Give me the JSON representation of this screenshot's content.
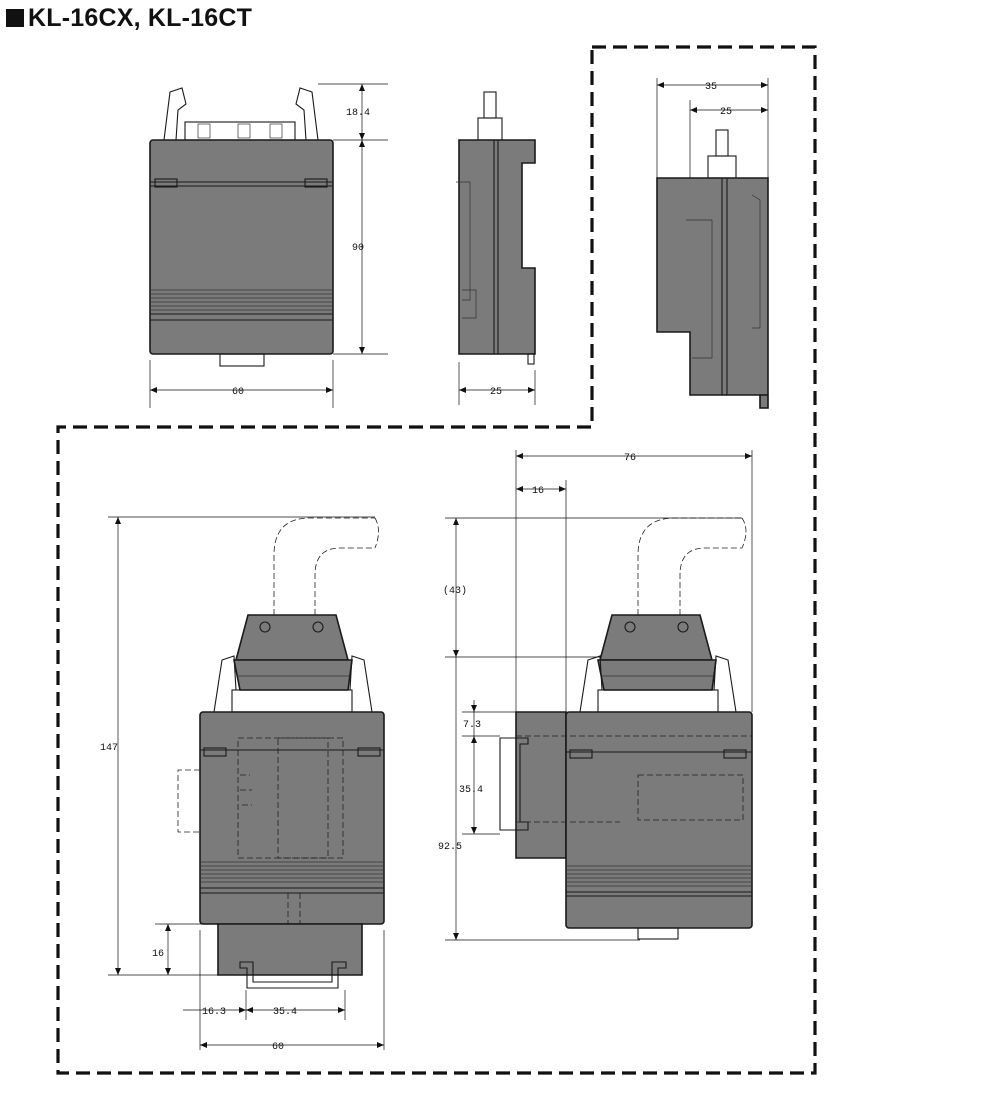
{
  "title": "KL-16CX, KL-16CT",
  "dimensions": {
    "front_top_clip": "18.4",
    "front_height": "90",
    "front_width": "60",
    "side_depth": "25",
    "alt_side_total": "35",
    "alt_side_part": "25",
    "cable_total_depth": "76",
    "cable_offset": "16",
    "cable_height": "(43)",
    "rail_top": "7.3",
    "rail_width_side": "35.4",
    "total_with_rail": "92.5",
    "total_height": "147",
    "rail_bottom_height": "16",
    "rail_offset": "16.3",
    "rail_width": "35.4",
    "bottom_width": "60"
  },
  "colors": {
    "body": "#7b7b7b",
    "line": "#1a1a1a",
    "background": "#ffffff"
  }
}
